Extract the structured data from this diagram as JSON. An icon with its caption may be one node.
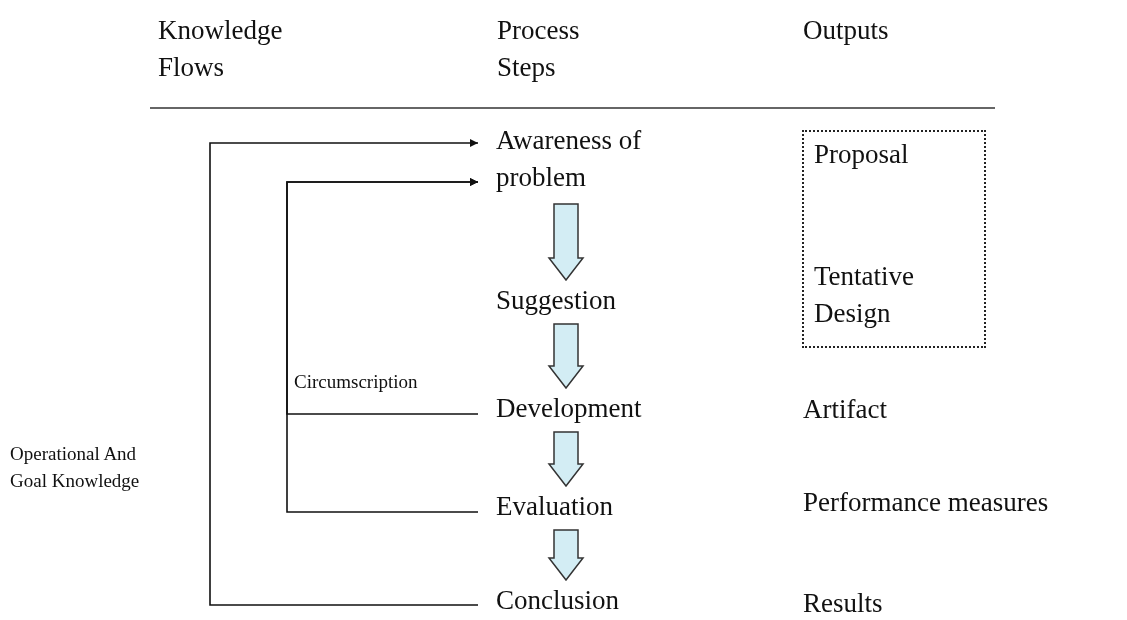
{
  "diagram": {
    "nodes": [
      {
        "text": [
          "Awareness of problem"
        ]
      },
      {
        "text": [
          "Suggestion"
        ]
      },
      {
        "text": [
          "Development"
        ]
      },
      {
        "text": [
          "Evaluation"
        ]
      },
      {
        "text": [
          "Conclusion"
        ]
      },
      {
        "text": [
          "Proposal",
          "Tentative Design"
        ]
      }
    ],
    "edges": [
      {
        "from": 0,
        "to": 1,
        "arrow": "to",
        "style": "thick"
      },
      {
        "from": 1,
        "to": 2,
        "arrow": "to",
        "style": "thick"
      },
      {
        "from": 2,
        "to": 3,
        "arrow": "to",
        "style": "thick"
      },
      {
        "from": 3,
        "to": 4,
        "arrow": "to",
        "style": "thick"
      },
      {
        "from": 4,
        "to": 0,
        "arrow": "to",
        "label": "Operational And Goal Knowledge"
      },
      {
        "from": 3,
        "to": 0,
        "arrow": "to"
      },
      {
        "from": 2,
        "to": 0,
        "arrow": "to",
        "label": "Circumscription"
      }
    ],
    "labels": [
      "Knowledge Flows",
      "Process Steps",
      "Outputs",
      "Artifact",
      "Performance measures",
      "Results"
    ]
  }
}
